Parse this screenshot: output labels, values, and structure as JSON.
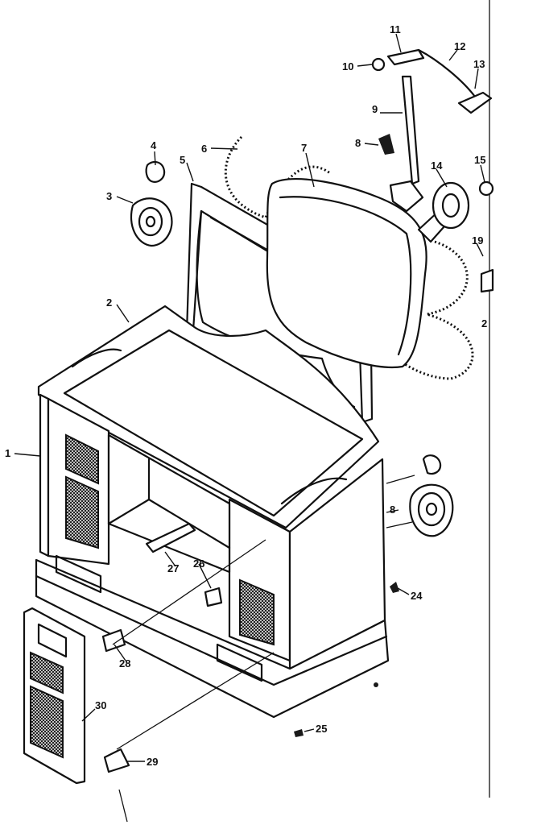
{
  "part_labels": [
    "1",
    "2",
    "3",
    "4",
    "5",
    "6",
    "7",
    "8",
    "9",
    "10",
    "11",
    "12",
    "13",
    "14",
    "15",
    "19",
    "2",
    "8",
    "24",
    "25",
    "26",
    "27",
    "28",
    "29",
    "30"
  ]
}
